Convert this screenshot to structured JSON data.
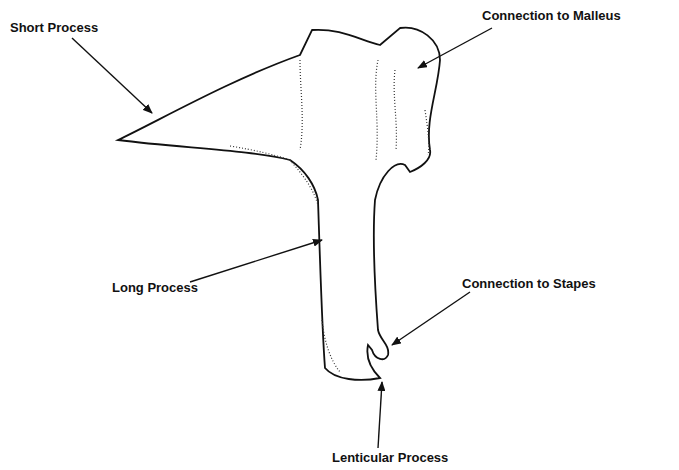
{
  "diagram": {
    "labels": [
      "Short Process",
      "Connection to Malleus",
      "Long Process",
      "Connection to Stapes",
      "Lenticular Process"
    ]
  }
}
